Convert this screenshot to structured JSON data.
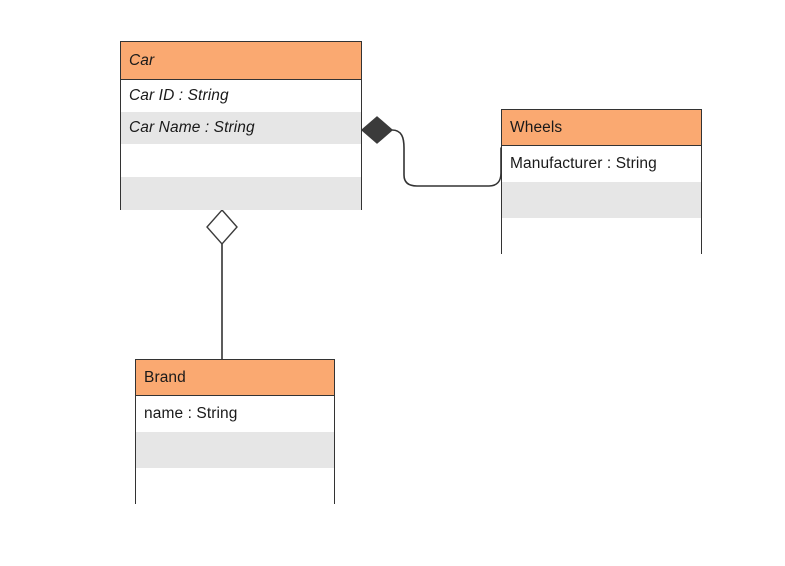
{
  "diagram": {
    "type": "uml-class-diagram",
    "background": "#ffffff",
    "colors": {
      "header_fill": "#faa971",
      "row_alt_fill": "#e6e6e6",
      "row_fill": "#ffffff",
      "border": "#333333",
      "line": "#333333"
    }
  },
  "classes": [
    {
      "id": "car",
      "name": "Car",
      "name_style": "italic",
      "attributes": [
        {
          "text": "Car ID : String",
          "style": "italic"
        },
        {
          "text": "Car Name : String",
          "style": "italic"
        },
        {
          "text": "",
          "style": "normal"
        },
        {
          "text": "",
          "style": "normal"
        }
      ]
    },
    {
      "id": "wheels",
      "name": "Wheels",
      "name_style": "normal",
      "attributes": [
        {
          "text": "Manufacturer : String",
          "style": "normal"
        },
        {
          "text": "",
          "style": "normal"
        },
        {
          "text": "",
          "style": "normal"
        }
      ]
    },
    {
      "id": "brand",
      "name": "Brand",
      "name_style": "normal",
      "attributes": [
        {
          "text": "name : String",
          "style": "normal"
        },
        {
          "text": "",
          "style": "normal"
        },
        {
          "text": "",
          "style": "normal"
        }
      ]
    }
  ],
  "relationships": [
    {
      "id": "car-wheels",
      "type": "composition",
      "marker": "filled-diamond",
      "source": "car",
      "target": "wheels",
      "label": ""
    },
    {
      "id": "car-brand",
      "type": "aggregation",
      "marker": "hollow-diamond",
      "source": "car",
      "target": "brand",
      "label": ""
    }
  ]
}
